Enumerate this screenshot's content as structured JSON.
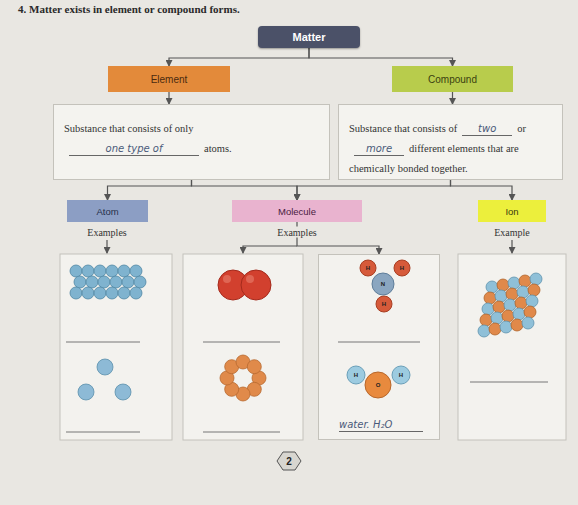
{
  "diagram": {
    "title": "4. Matter exists in element or compound forms.",
    "nodes": [
      {
        "text": [
          "Matter"
        ]
      },
      {
        "text": [
          "Element"
        ]
      },
      {
        "text": [
          "Compound"
        ]
      },
      {
        "text": [
          "Substance that consists of only",
          "one type of",
          "atoms."
        ]
      },
      {
        "text": [
          "Substance that consists of",
          "two",
          "or",
          "more",
          "different elements that are chemically bonded together."
        ]
      },
      {
        "text": [
          "Atom"
        ]
      },
      {
        "text": [
          "Molecule"
        ]
      },
      {
        "text": [
          "Ion"
        ]
      },
      {
        "text": [
          "water. H₂O"
        ]
      }
    ],
    "edges": [
      {
        "from": 0,
        "to": 1,
        "arrow": "to"
      },
      {
        "from": 0,
        "to": 2,
        "arrow": "to"
      },
      {
        "from": 1,
        "to": 3,
        "arrow": "to"
      },
      {
        "from": 2,
        "to": 4,
        "arrow": "to"
      },
      {
        "from": 3,
        "to": 5,
        "arrow": "to"
      },
      {
        "from": 3,
        "to": 6,
        "arrow": "to"
      },
      {
        "from": 4,
        "to": 6,
        "arrow": "to"
      },
      {
        "from": 4,
        "to": 7,
        "arrow": "to"
      },
      {
        "from": 6,
        "to": 8,
        "arrow": "to"
      }
    ],
    "labels": [
      "Examples",
      "Examples",
      "Example",
      "H",
      "H",
      "N",
      "H",
      "H",
      "O",
      "H",
      "2"
    ]
  }
}
